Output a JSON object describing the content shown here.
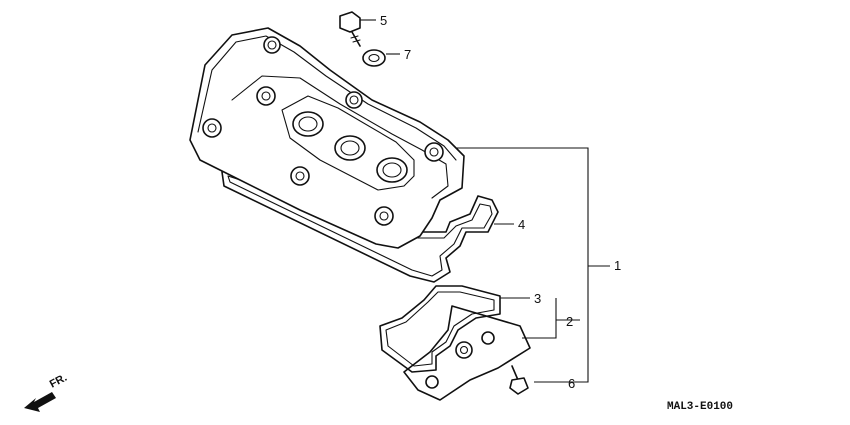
{
  "callouts": {
    "c1": "1",
    "c2": "2",
    "c3": "3",
    "c4": "4",
    "c5": "5",
    "c6": "6",
    "c7": "7"
  },
  "direction": {
    "label": "FR.",
    "icon": "front-arrow-icon"
  },
  "diagram_code": "MAL3-E0100"
}
